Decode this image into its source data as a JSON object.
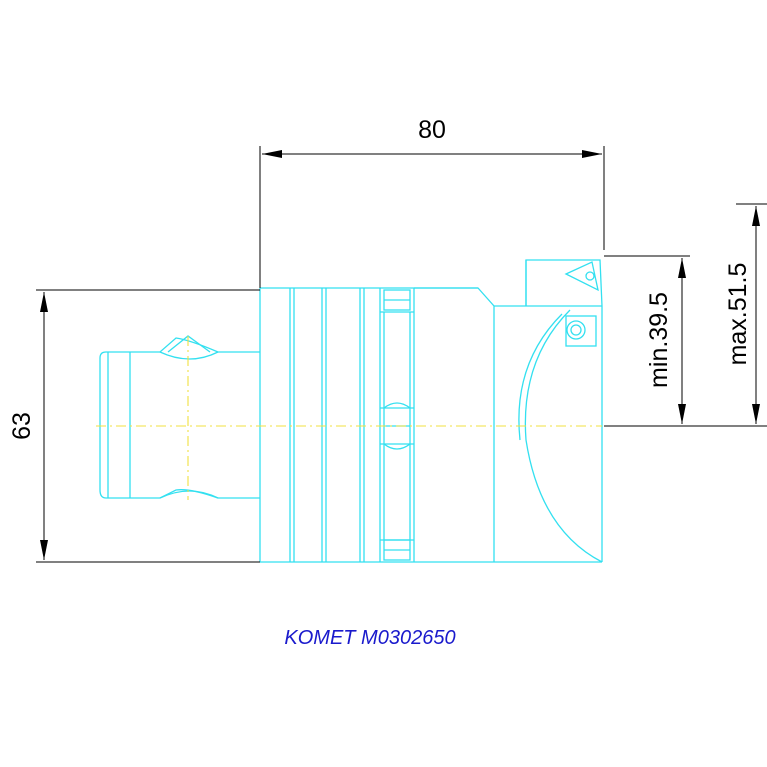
{
  "drawing": {
    "caption": "KOMET M0302650",
    "dimensions": {
      "length": "80",
      "diameter": "63",
      "min_radius": "min.39.5",
      "max_radius": "max.51.5"
    },
    "colors": {
      "outline": "#33e0f0",
      "centerline": "#f0e040",
      "dimension": "#000000",
      "caption": "#1a1acc"
    }
  }
}
